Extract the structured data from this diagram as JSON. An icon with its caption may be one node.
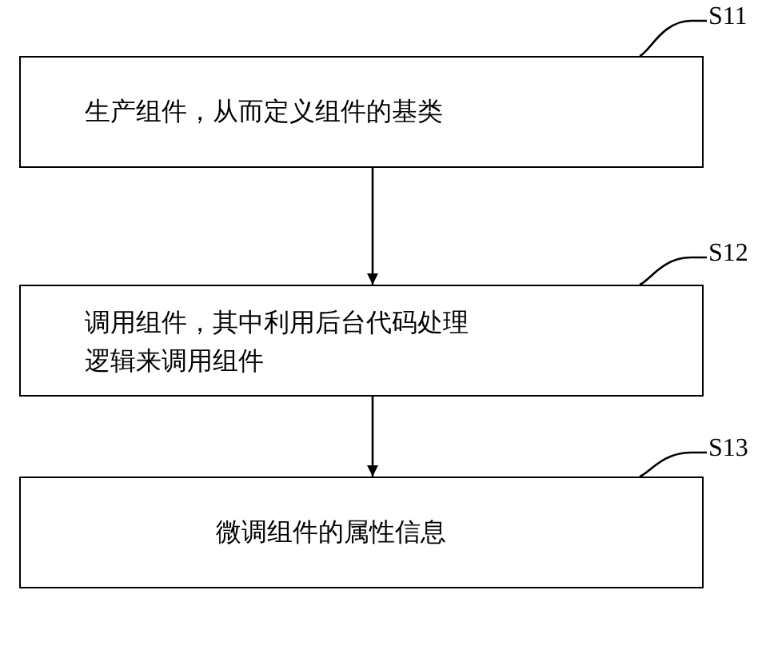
{
  "diagram": {
    "nodes": [
      {
        "text": [
          "生产组件，从而定义组件的基类"
        ]
      },
      {
        "text": [
          "S11"
        ]
      },
      {
        "text": [
          "调用组件，其中利用后台代码处理逻辑来调用组件"
        ]
      },
      {
        "text": [
          "S12"
        ]
      },
      {
        "text": [
          "微调组件的属性信息"
        ]
      },
      {
        "text": [
          "S13"
        ]
      }
    ],
    "edges": [
      {
        "from": 0,
        "to": 2,
        "arrow": "to"
      },
      {
        "from": 2,
        "to": 4,
        "arrow": "to"
      },
      {
        "from": 1,
        "to": 0,
        "arrow": "none"
      },
      {
        "from": 3,
        "to": 2,
        "arrow": "none"
      },
      {
        "from": 5,
        "to": 4,
        "arrow": "none"
      }
    ]
  }
}
